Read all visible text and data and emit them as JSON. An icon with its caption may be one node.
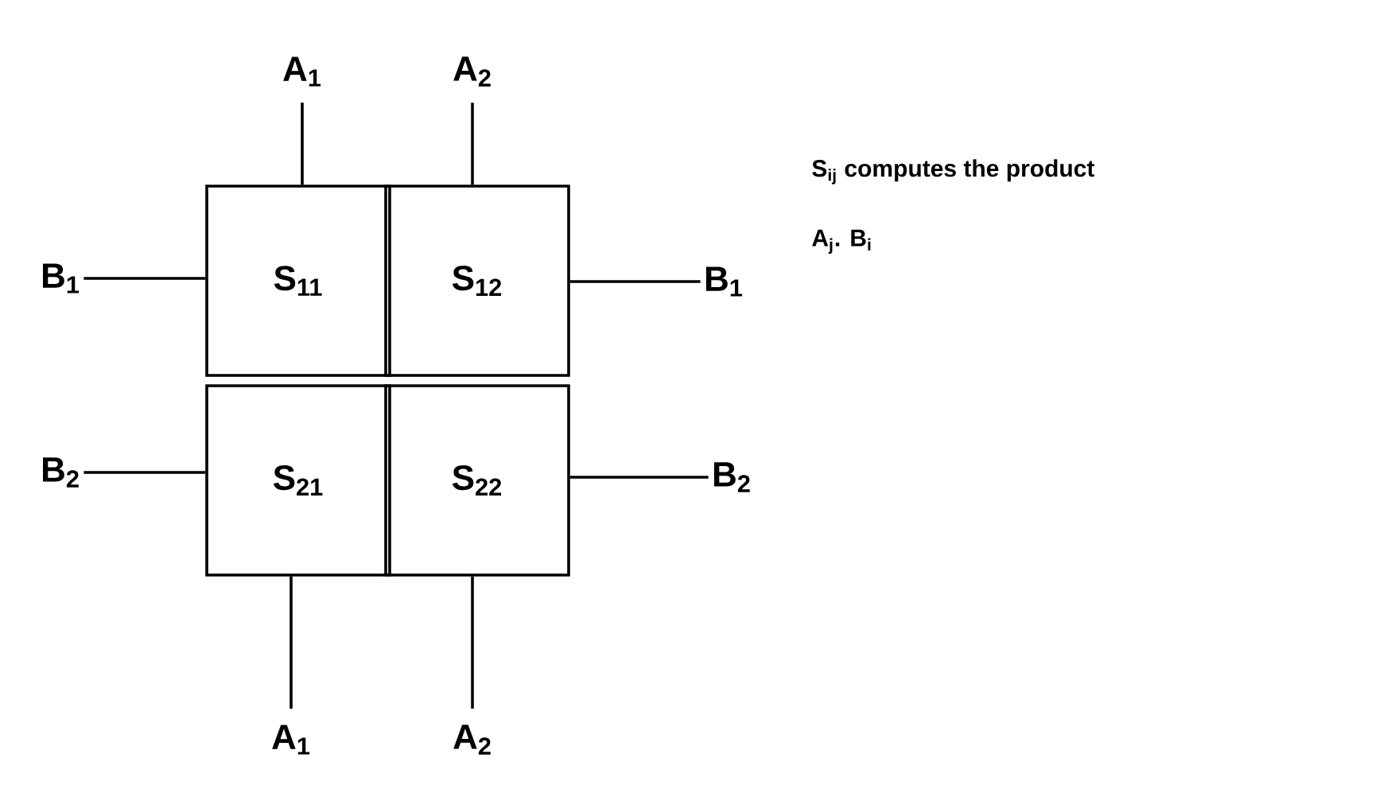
{
  "diagram": {
    "nodes": [
      {
        "text": [
          "S$_{11}$"
        ]
      },
      {
        "text": [
          "S$_{12}$"
        ]
      },
      {
        "text": [
          "S$_{21}$"
        ]
      },
      {
        "text": [
          "S$_{22}$"
        ]
      },
      {
        "text": [
          "A$_{1}$"
        ]
      },
      {
        "text": [
          "A$_{2}$"
        ]
      },
      {
        "text": [
          "B$_{1}$"
        ]
      },
      {
        "text": [
          "B$_{1}$"
        ]
      },
      {
        "text": [
          "B$_{2}$"
        ]
      },
      {
        "text": [
          "B$_{2}$"
        ]
      },
      {
        "text": [
          "A$_{1}$"
        ]
      },
      {
        "text": [
          "A$_{2}$"
        ]
      }
    ],
    "edges": [
      {
        "from": 4,
        "to": 0,
        "arrow": "none"
      },
      {
        "from": 5,
        "to": 1,
        "arrow": "none"
      },
      {
        "from": 6,
        "to": 0,
        "arrow": "none"
      },
      {
        "from": 7,
        "to": 1,
        "arrow": "none"
      },
      {
        "from": 8,
        "to": 2,
        "arrow": "none"
      },
      {
        "from": 9,
        "to": 3,
        "arrow": "none"
      },
      {
        "from": 10,
        "to": 2,
        "arrow": "none"
      },
      {
        "from": 11,
        "to": 3,
        "arrow": "none"
      }
    ],
    "labels": [
      "S$_{ij}$ computes the product",
      "A$_{j}$. B$_{i}$"
    ]
  }
}
